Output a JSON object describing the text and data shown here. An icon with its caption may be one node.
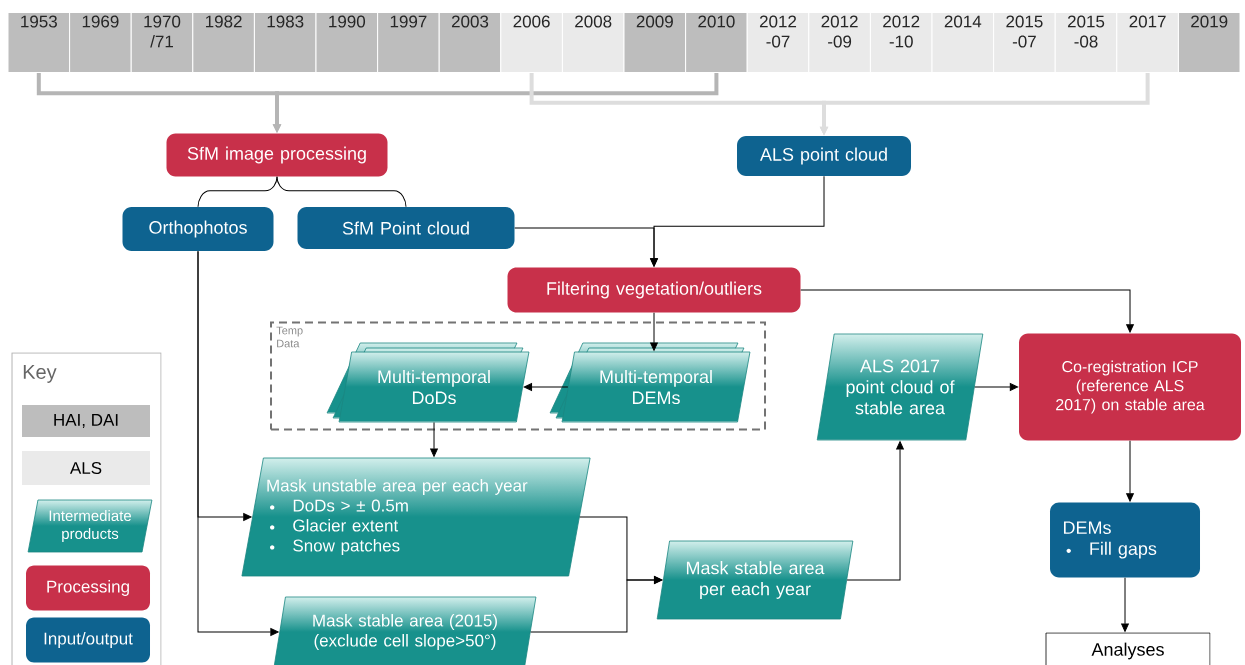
{
  "diagram": {
    "nodes": [
      {
        "text": [
          "1953"
        ]
      },
      {
        "text": [
          "1969"
        ]
      },
      {
        "text": [
          "1970 /71"
        ]
      },
      {
        "text": [
          "1982"
        ]
      },
      {
        "text": [
          "1983"
        ]
      },
      {
        "text": [
          "1990"
        ]
      },
      {
        "text": [
          "1997"
        ]
      },
      {
        "text": [
          "2003"
        ]
      },
      {
        "text": [
          "2006"
        ]
      },
      {
        "text": [
          "2008"
        ]
      },
      {
        "text": [
          "2009"
        ]
      },
      {
        "text": [
          "2010"
        ]
      },
      {
        "text": [
          "2012 -07"
        ]
      },
      {
        "text": [
          "2012 -09"
        ]
      },
      {
        "text": [
          "2012 -10"
        ]
      },
      {
        "text": [
          "2014"
        ]
      },
      {
        "text": [
          "2015 -07"
        ]
      },
      {
        "text": [
          "2015 -08"
        ]
      },
      {
        "text": [
          "2017"
        ]
      },
      {
        "text": [
          "2019"
        ]
      },
      {
        "text": [
          "SfM image processing"
        ]
      },
      {
        "text": [
          "ALS point cloud"
        ]
      },
      {
        "text": [
          "Orthophotos"
        ]
      },
      {
        "text": [
          "SfM Point cloud"
        ]
      },
      {
        "text": [
          "Filtering vegetation/outliers"
        ]
      },
      {
        "text": [
          "Temp Data"
        ]
      },
      {
        "text": [
          "Multi-temporal DoDs"
        ],
        "in": 25
      },
      {
        "text": [
          "Multi-temporal DEMs"
        ],
        "in": 25
      },
      {
        "text": [
          "ALS 2017 point cloud of stable area"
        ]
      },
      {
        "text": [
          "Co-registration ICP (reference ALS 2017) on stable area"
        ]
      },
      {
        "text": [
          "Mask unstable area per each year",
          "DoDs > ± 0.5m",
          "Glacier extent",
          "Snow patches"
        ]
      },
      {
        "text": [
          "Mask stable area (2015)",
          "(exclude cell slope>50°)"
        ]
      },
      {
        "text": [
          "Mask stable area per each year"
        ]
      },
      {
        "text": [
          "DEMs",
          "Fill gaps"
        ]
      },
      {
        "text": [
          "Analyses"
        ]
      }
    ],
    "edges": [
      {
        "from": 0,
        "to": 20,
        "arrow": "to",
        "style": "thick",
        "color": "#b5b5b5"
      },
      {
        "from": 11,
        "to": 20,
        "arrow": "to",
        "style": "thick",
        "color": "#b5b5b5"
      },
      {
        "from": 8,
        "to": 21,
        "arrow": "to",
        "style": "thick",
        "color": "#dddddd"
      },
      {
        "from": 18,
        "to": 21,
        "arrow": "to",
        "style": "thick",
        "color": "#dddddd"
      },
      {
        "from": 20,
        "to": 22,
        "arrow": "none"
      },
      {
        "from": 20,
        "to": 23,
        "arrow": "none"
      },
      {
        "from": 23,
        "to": 24,
        "arrow": "to"
      },
      {
        "from": 21,
        "to": 24,
        "arrow": "to"
      },
      {
        "from": 24,
        "to": 27,
        "arrow": "to"
      },
      {
        "from": 24,
        "to": 29,
        "arrow": "to"
      },
      {
        "from": 27,
        "to": 26,
        "arrow": "to"
      },
      {
        "from": 26,
        "to": 30,
        "arrow": "to"
      },
      {
        "from": 22,
        "to": 30,
        "arrow": "to"
      },
      {
        "from": 22,
        "to": 31,
        "arrow": "to"
      },
      {
        "from": 30,
        "to": 32,
        "arrow": "to"
      },
      {
        "from": 31,
        "to": 32,
        "arrow": "to"
      },
      {
        "from": 32,
        "to": 28,
        "arrow": "to"
      },
      {
        "from": 28,
        "to": 29,
        "arrow": "to"
      },
      {
        "from": 29,
        "to": 33,
        "arrow": "to"
      },
      {
        "from": 33,
        "to": 34,
        "arrow": "to"
      }
    ],
    "labels": [
      "Key"
    ],
    "legend": [
      {
        "text": "HAI, DAI",
        "color": "#bdbdbd"
      },
      {
        "text": "ALS",
        "color": "#eaeaea"
      },
      {
        "text": "Intermediate products"
      },
      {
        "text": "Processing",
        "color": "#c8304a"
      },
      {
        "text": "Input/output",
        "color": "#0e6390"
      }
    ]
  }
}
